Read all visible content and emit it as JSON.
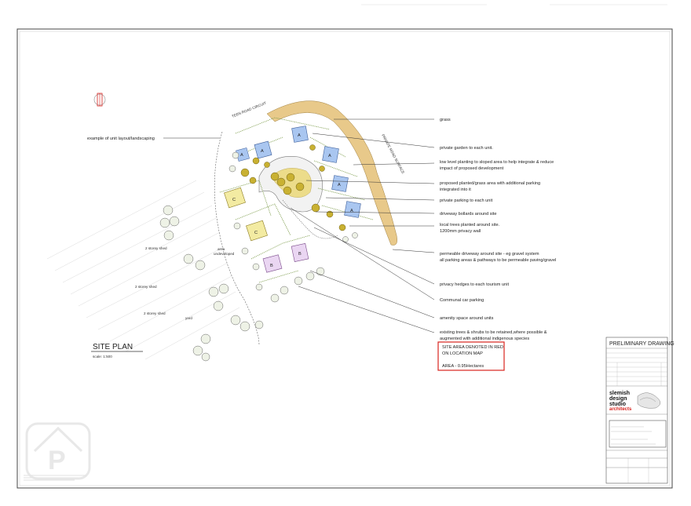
{
  "title": {
    "main": "SITE PLAN",
    "scale": "scale: 1:500"
  },
  "annotations": {
    "left_example": "example of unit layout/landscaping",
    "grass": "grass",
    "private_garden": "private garden to each unit.",
    "low_level_1": "low level planting to sloped area to help integrate & reduce",
    "low_level_2": "impact of proposed development",
    "proposed_1": "proposed planted/grass area with additional parking",
    "proposed_2": "integrated into it",
    "private_parking": "private parking to each unit",
    "bollards": "driveway bollards around site",
    "local_trees": "local trees planted around site.",
    "privacy_wall": "1200mm privacy wall",
    "permeable_1": "permeable driveway around site - eg gravel system",
    "permeable_2": "all parking areas & pathways to be permeable paving/gravel",
    "privacy_hedges": "privacy hedges to each tourism unit",
    "communal": "Communal car parking",
    "amenity": "amenity space around units",
    "existing_1": "existing trees & shrubs to be retained,where possible &",
    "existing_2": "augmented with additional indigenous species",
    "site_area_1": "SITE AREA DENOTED IN RED",
    "site_area_2": "ON LOCATION MAP",
    "site_area_3": "AREA - 0.95Hectares"
  },
  "plan_labels": {
    "shed_1": "2 storey shed",
    "shed_2": "2 storey shed",
    "shed_3": "2 storey shed",
    "area_undeveloped_1": "area",
    "area_undeveloped_2": "undeveloped",
    "yard": "yard",
    "road_top": "TEEN ROAD CIRCUIT",
    "road_right": "PRIVATE ROAD SURFACE"
  },
  "units": [
    {
      "label": "A",
      "color": "#a9c6f0"
    },
    {
      "label": "A",
      "color": "#a9c6f0"
    },
    {
      "label": "A",
      "color": "#a9c6f0"
    },
    {
      "label": "A",
      "color": "#a9c6f0"
    },
    {
      "label": "A",
      "color": "#a9c6f0"
    },
    {
      "label": "A",
      "color": "#a9c6f0"
    },
    {
      "label": "C",
      "color": "#f3eba2"
    },
    {
      "label": "C",
      "color": "#f3eba2"
    },
    {
      "label": "B",
      "color": "#ead6f2"
    },
    {
      "label": "B",
      "color": "#ead6f2"
    }
  ],
  "title_block": {
    "header": "PRELIMINARY DRAWING",
    "firm_1": "slemish",
    "firm_2": "design",
    "firm_3": "studio",
    "firm_4": "architects",
    "accent": "#d8241f"
  },
  "watermark": {
    "letter": "P",
    "color": "#e5e5e5"
  },
  "colors": {
    "site_area_box": "#d8241f",
    "tree_yellow": "#c9b132",
    "sand": "#e8c98a"
  }
}
